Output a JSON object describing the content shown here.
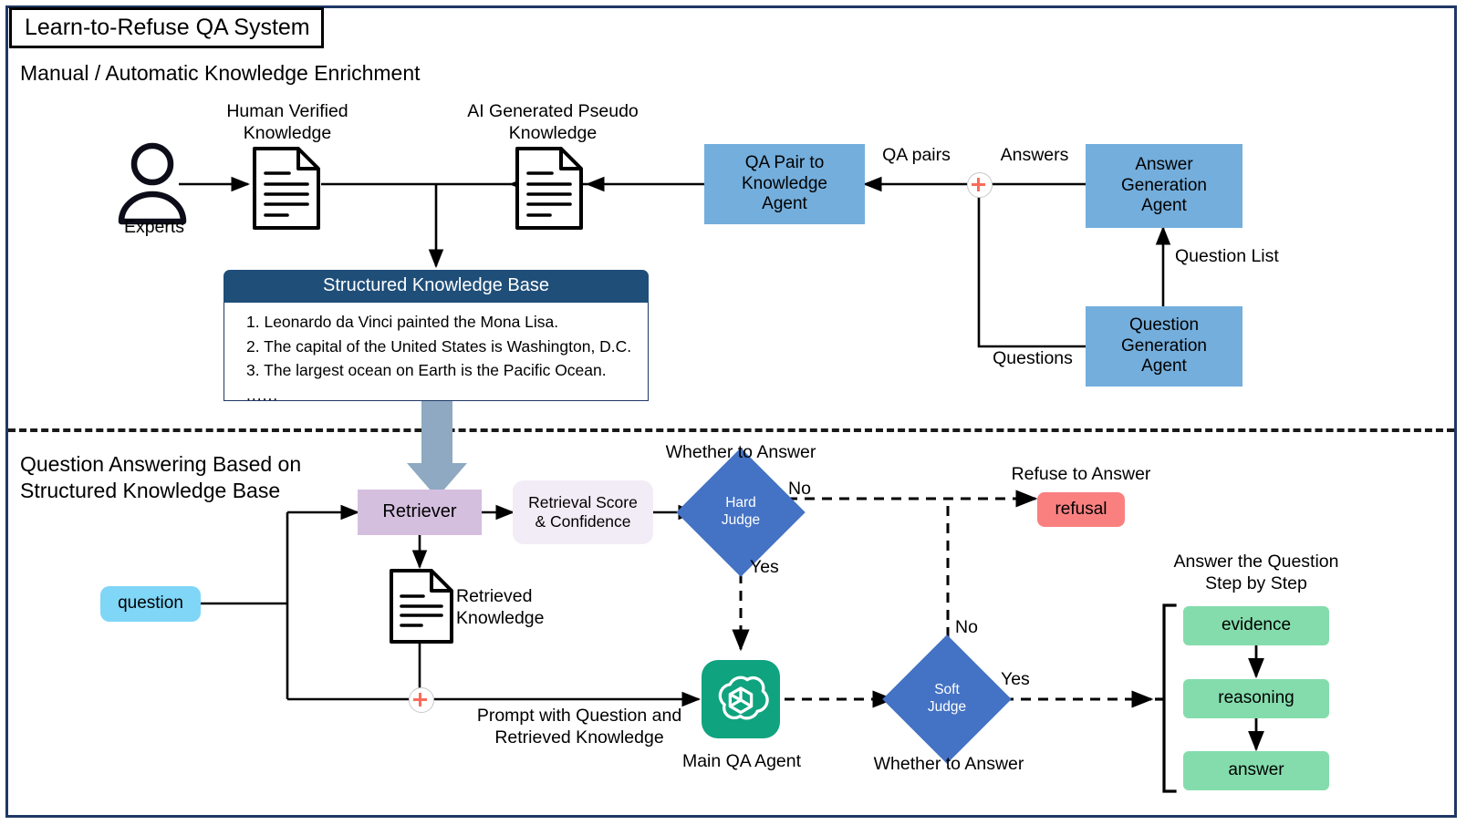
{
  "system_title": "Learn-to-Refuse QA System",
  "sections": {
    "top": {
      "heading": "Manual / Automatic Knowledge Enrichment"
    },
    "bottom": {
      "heading": "Question Answering Based on\nStructured Knowledge Base"
    }
  },
  "top_flow": {
    "experts_label": "Experts",
    "human_doc_label": "Human Verified\nKnowledge",
    "ai_doc_label": "AI Generated Pseudo\nKnowledge",
    "qa_pair_agent": "QA Pair to\nKnowledge\nAgent",
    "answer_agent": "Answer\nGeneration\nAgent",
    "question_agent": "Question\nGeneration\nAgent",
    "edge_qa_pairs": "QA pairs",
    "edge_answers": "Answers",
    "edge_questions": "Questions",
    "edge_question_list": "Question List"
  },
  "knowledge_base": {
    "title": "Structured Knowledge Base",
    "items": [
      "1. Leonardo da Vinci painted the Mona Lisa.",
      "2. The capital of the United States is Washington, D.C.",
      "3. The largest ocean on Earth is the Pacific Ocean."
    ],
    "ellipsis": "......"
  },
  "bottom_flow": {
    "question_box": "question",
    "retriever_box": "Retriever",
    "retrieval_score_box": "Retrieval Score\n& Confidence",
    "retrieved_doc_label": "Retrieved\nKnowledge",
    "prompt_label": "Prompt with Question and\nRetrieved Knowledge",
    "hard_judge": "Hard\nJudge",
    "soft_judge": "Soft\nJudge",
    "hard_judge_caption": "Whether to Answer",
    "soft_judge_caption": "Whether to Answer",
    "hard_judge_no": "No",
    "hard_judge_yes": "Yes",
    "soft_judge_no": "No",
    "soft_judge_yes": "Yes",
    "refuse_caption": "Refuse to Answer",
    "refusal_box": "refusal",
    "main_agent_label": "Main QA Agent",
    "answer_steps_caption": "Answer the Question\nStep by Step",
    "answer_steps": [
      "evidence",
      "reasoning",
      "answer"
    ]
  },
  "colors": {
    "frame": "#1f3864",
    "agent_blue": "#74aedc",
    "kb_header": "#1f4e79",
    "retriever_purple": "#d5bfdf",
    "score_lavender": "#f2ecf6",
    "question_cyan": "#7fd6f7",
    "judge_blue": "#4472c4",
    "refusal_red": "#fa8080",
    "step_green": "#84dcac",
    "openai_green": "#10a37f",
    "kb_arrow_steel": "#8ea9c1",
    "plus_red": "#fb6a5a"
  }
}
